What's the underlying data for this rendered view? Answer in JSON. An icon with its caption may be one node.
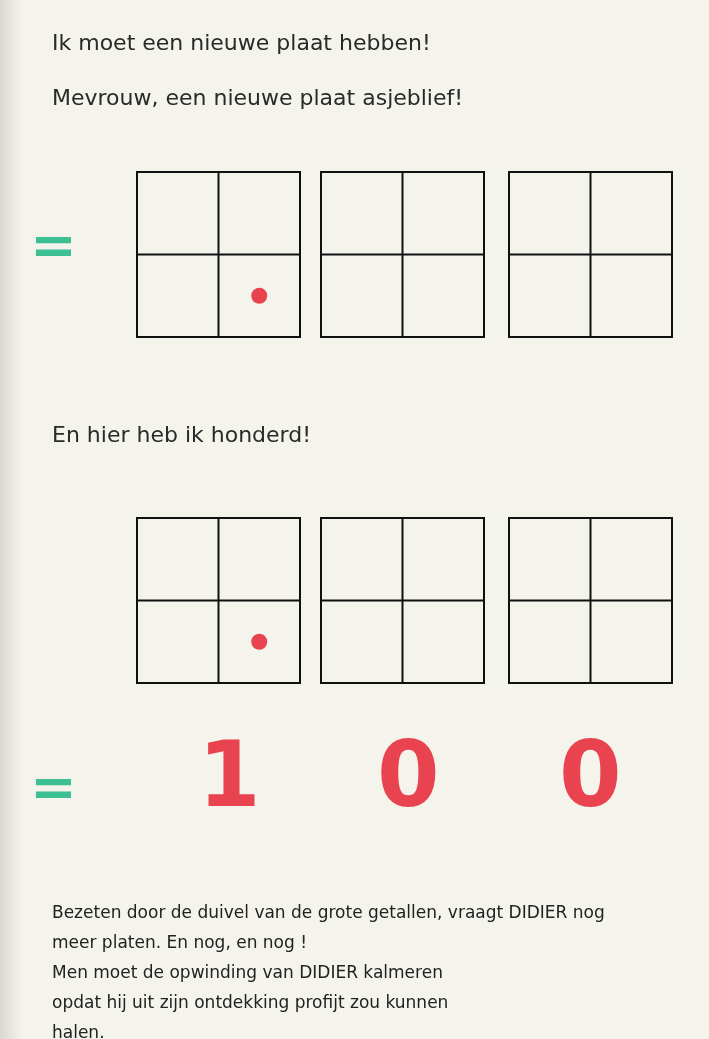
{
  "diagram": {
    "labels": [
      "Ik moet een nieuwe plaat hebben!",
      "Mevrouw, een nieuwe plaat asjeblief!",
      "=",
      "En hier heb ik honderd!",
      "=",
      "1",
      "0",
      "0",
      "Bezeten door de duivel van de grote getallen, vraagt DIDIER nog meer platen. En nog, en nog !",
      "Men moet de opwinding van DIDIER kalmeren opdat hij uit zijn ontdekking profijt zou kunnen halen."
    ]
  }
}
